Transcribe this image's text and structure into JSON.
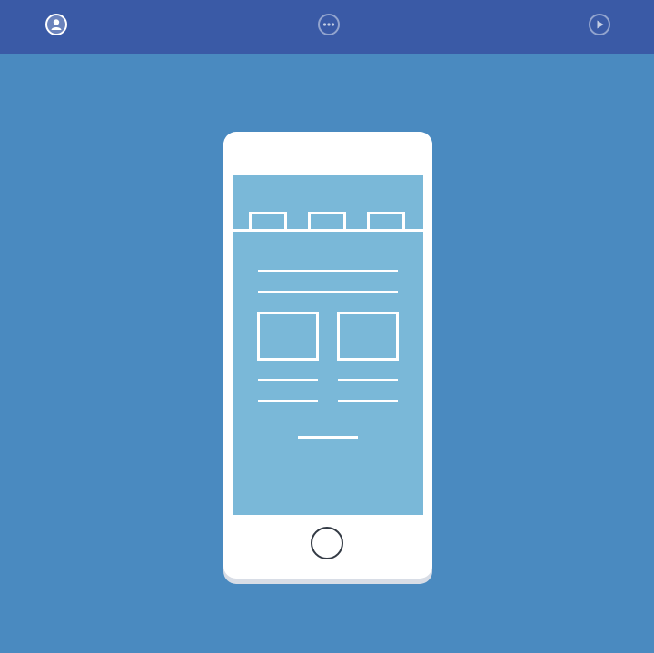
{
  "progress": {
    "steps": [
      {
        "icon": "user-icon",
        "state": "active"
      },
      {
        "icon": "more-dots-icon",
        "state": "idle"
      },
      {
        "icon": "play-icon",
        "state": "idle"
      }
    ],
    "colors": {
      "bar": "#3a5aa6",
      "track": "rgba(255,255,255,0.35)",
      "active": "#ffffff"
    }
  },
  "illustration": {
    "icon": "smartphone-wireframe-illustration",
    "colors": {
      "background": "#4a8ac0",
      "phone": "#ffffff",
      "screen": "#7ab8d8",
      "home_button_ring": "#333a44"
    }
  }
}
